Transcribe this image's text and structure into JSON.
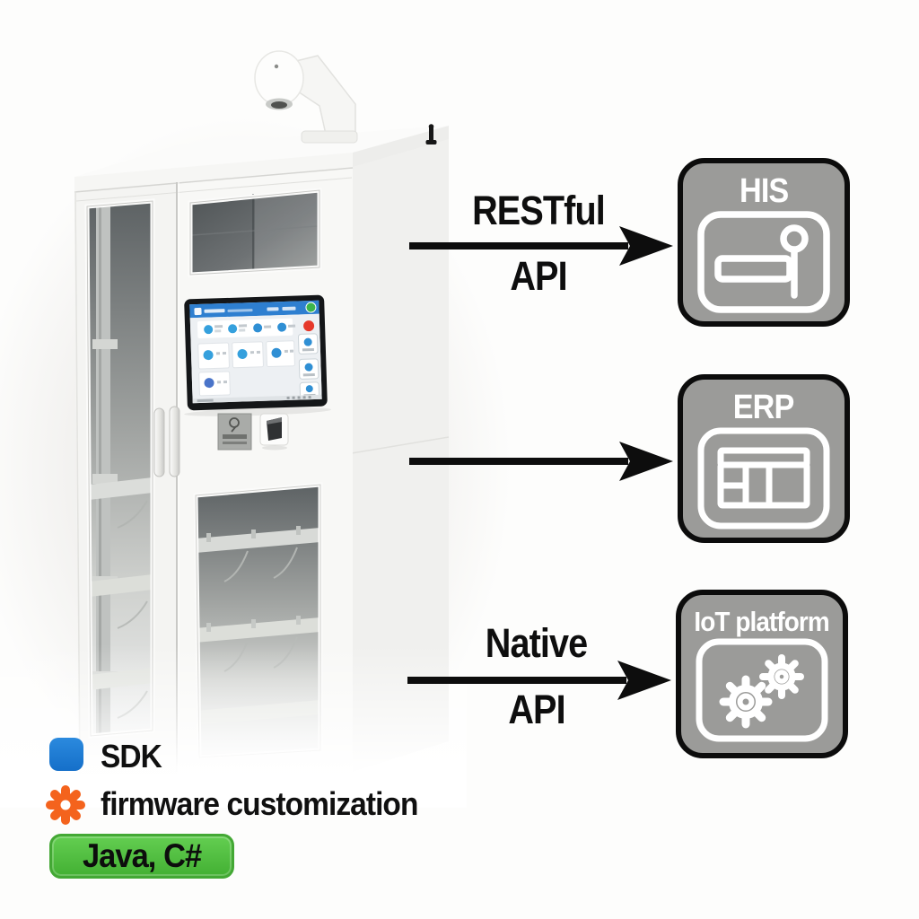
{
  "flows": [
    {
      "label_top": "RESTful",
      "label_bottom": "API",
      "target": "HIS"
    },
    {
      "label_top": "",
      "label_bottom": "",
      "target": "ERP"
    },
    {
      "label_top": "Native",
      "label_bottom": "API",
      "target": "IoT platform"
    }
  ],
  "legend": {
    "sdk_label": "SDK",
    "firmware_label": "firmware customization",
    "languages_label": "Java, C#"
  },
  "colors": {
    "arrow_black": "#0d0d0d",
    "box_gray": "#9b9b99",
    "box_border": "#0c0c0c",
    "sdk_blue": "#1878d2",
    "gear_orange": "#f4631d",
    "badge_green": "#4fbe3e",
    "screen_header_blue": "#2e7fd0",
    "status_red": "#e6382a",
    "status_green": "#3cb54c"
  }
}
